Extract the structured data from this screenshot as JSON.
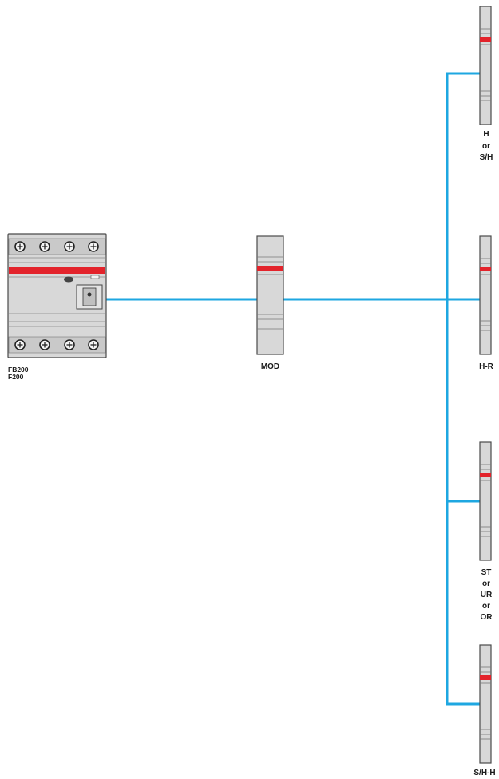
{
  "colors": {
    "wire": "#1ea7e1",
    "stripe": "#e3232b",
    "body": "#dcdcdc",
    "outline": "#555555"
  },
  "main_device": {
    "label_line1": "FB200",
    "label_line2": "F200",
    "icon": "rcd-4-pole-device"
  },
  "mod_unit": {
    "label": "MOD",
    "icon": "auxiliary-module"
  },
  "accessories": [
    {
      "lines": [
        "H",
        "or",
        "S/H"
      ]
    },
    {
      "lines": [
        "H-R"
      ]
    },
    {
      "lines": [
        "ST",
        "or",
        "UR",
        "or",
        "OR"
      ]
    },
    {
      "lines": [
        "S/H-H"
      ]
    }
  ]
}
